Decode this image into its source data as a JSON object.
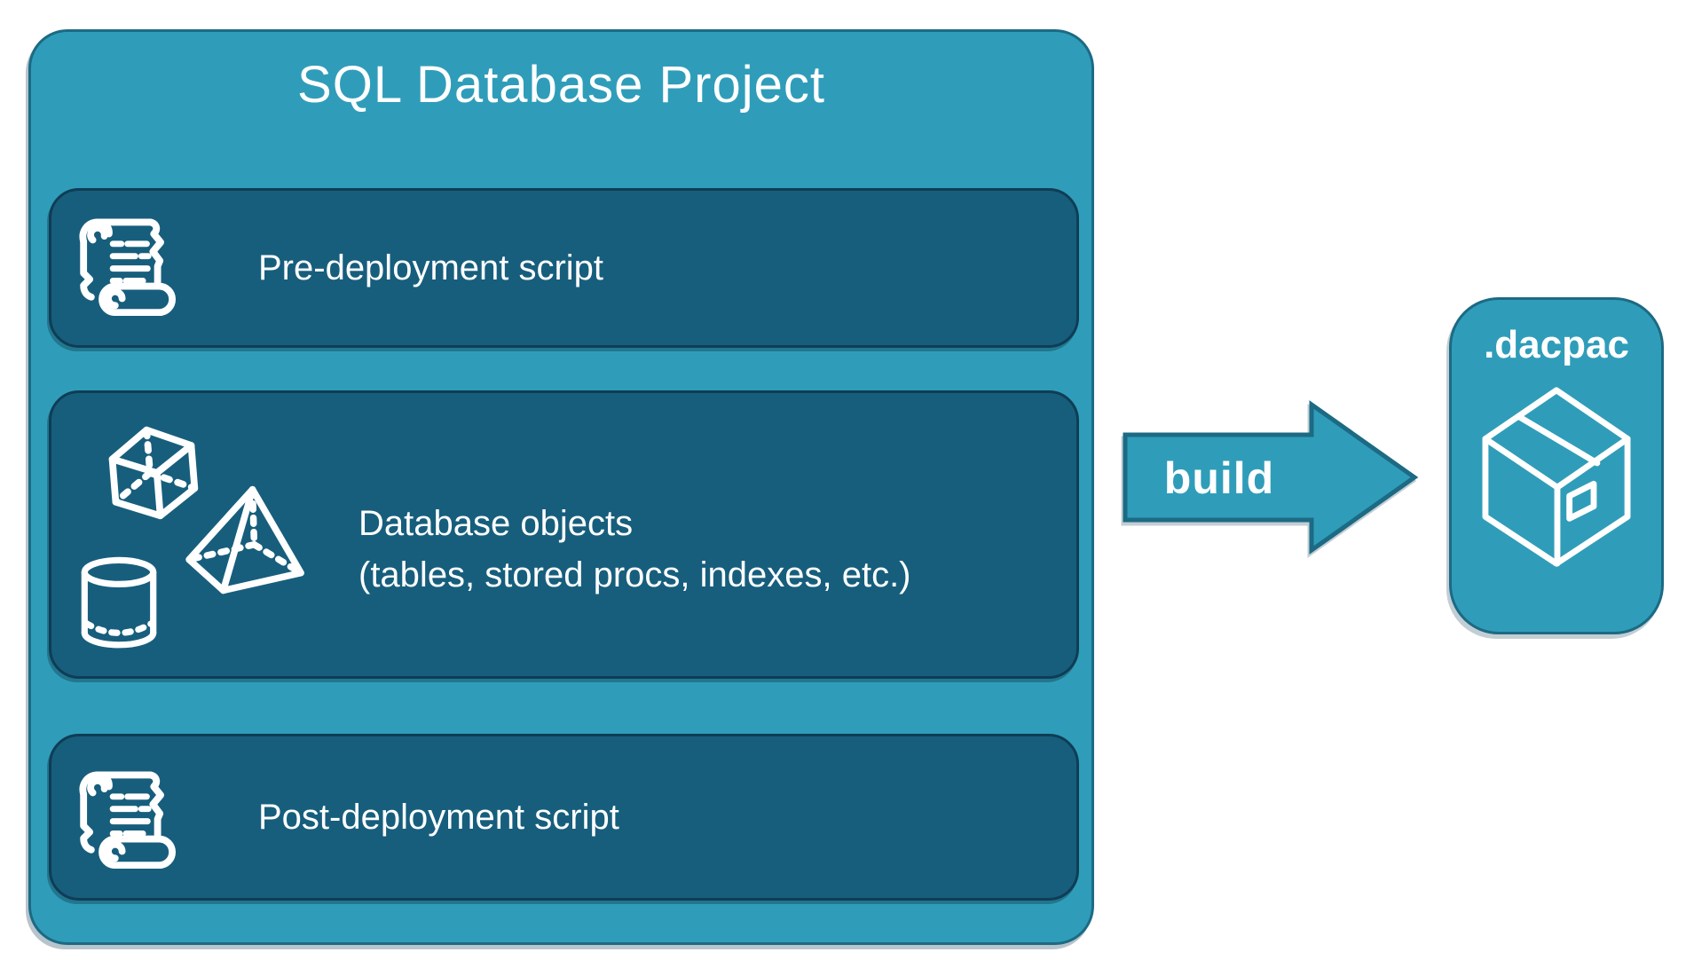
{
  "title": "SQL Database Project",
  "rows": [
    {
      "id": "pre-deployment",
      "label": "Pre-deployment script",
      "icon": "scroll-icon"
    },
    {
      "id": "database-objects",
      "label_line1": "Database objects",
      "label_line2": "(tables, stored procs, indexes, etc.)",
      "icons": [
        "cube-icon",
        "pyramid-icon",
        "cylinder-icon"
      ]
    },
    {
      "id": "post-deployment",
      "label": "Post-deployment script",
      "icon": "scroll-icon"
    }
  ],
  "arrow": {
    "label": "build"
  },
  "output": {
    "label": ".dacpac",
    "icon": "package-icon"
  },
  "colors": {
    "teal_fill": "#2F9DB9",
    "teal_border": "#1C6A84",
    "dark_box_fill": "#175E7D",
    "dark_box_border": "#0F3D55",
    "text": "#FFFFFF",
    "background": "#FFFFFF"
  }
}
